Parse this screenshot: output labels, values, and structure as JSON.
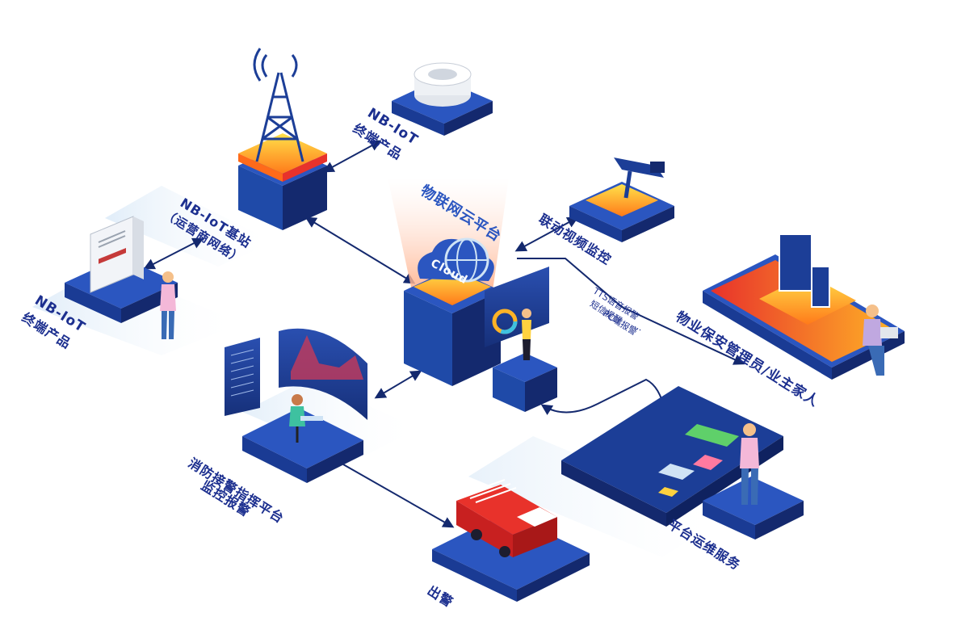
{
  "labels": {
    "nb_terminal_left": [
      "NB-IoT",
      "终端产品"
    ],
    "nb_station": [
      "NB-IoT基站",
      "（运营商网络）"
    ],
    "nb_terminal_top": [
      "NB-IoT",
      "终端产品"
    ],
    "cloud_platform": "物联网云平台",
    "cloud_badge": "Cloud",
    "video_monitor": "联动视频监控",
    "alerts": [
      "TTS语音报警",
      "短信提醒",
      "PC端报警",
      "..."
    ],
    "property_staff": "物业保安管理员/业主家人",
    "fire_platform": [
      "消防接警指挥平台",
      "监控报警"
    ],
    "ops_service": "平台运维服务",
    "dispatch": "出警"
  },
  "colors": {
    "primary_blue": "#1c3e97",
    "dark_blue": "#14296e",
    "light_blue": "#cfe3f5",
    "orange": "#ff8c1a",
    "yellow": "#ffd23f",
    "red": "#e8322b"
  }
}
